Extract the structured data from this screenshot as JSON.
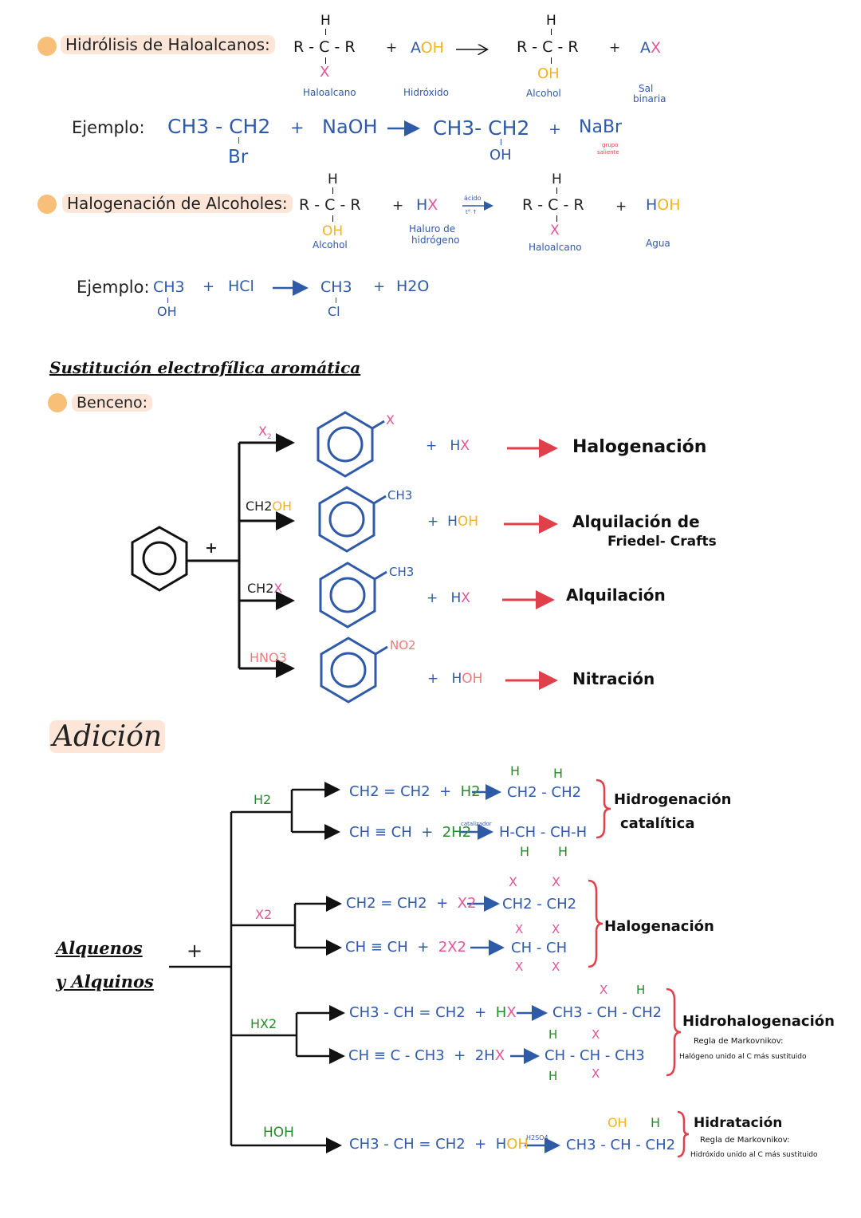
{
  "hidrolisis": {
    "title": "Hidrólisis de Haloalcanos:",
    "r1_h": "H",
    "r1_main": "R - C - R",
    "r1_x": "X",
    "plus": "+",
    "aoh_a": "A",
    "aoh_oh": "OH",
    "p_h": "H",
    "p_main": "R - C - R",
    "p_oh": "OH",
    "ax_a": "A",
    "ax_x": "X",
    "lbl_haloalcano": "Haloalcano",
    "lbl_hidroxido": "Hidróxido",
    "lbl_alcohol": "Alcohol",
    "lbl_sal": "Sal",
    "lbl_binaria": "binaria",
    "ej_label": "Ejemplo:",
    "ej_r1": "CH3 - CH2",
    "ej_br": "Br",
    "ej_naoh": "NaOH",
    "ej_p": "CH3- CH2",
    "ej_oh": "OH",
    "ej_nabr": "NaBr",
    "ej_grupo": "grupo",
    "ej_saliente": "saliente"
  },
  "halogenacion_alc": {
    "title": "Halogenación de Alcoholes:",
    "r1_h": "H",
    "r1_main": "R - C - R",
    "r1_oh": "OH",
    "lbl_alcohol": "Alcohol",
    "hx_h": "H",
    "hx_x": "X",
    "lbl_haluro": "Haluro de",
    "lbl_hidrogeno": "hidrógeno",
    "cond": "ácido",
    "cond2": "t° ↑",
    "p_h": "H",
    "p_main": "R - C - R",
    "p_x": "X",
    "lbl_haloalcano": "Haloalcano",
    "hoh_h": "H",
    "hoh_oh": "OH",
    "lbl_agua": "Agua",
    "ej_label": "Ejemplo:",
    "ej_r1": "CH3",
    "ej_oh": "OH",
    "ej_hcl": "HCl",
    "ej_p": "CH3",
    "ej_cl": "Cl",
    "ej_h2o": "H2O"
  },
  "sea": {
    "title": "Sustitución electrofílica aromática",
    "benceno": "Benceno:",
    "plus": "+",
    "reactions": [
      {
        "reagent_a": "X",
        "reagent_b": "2",
        "sub": "X",
        "by_a": "H",
        "by_b": "X",
        "name": "Halogenación",
        "name2": ""
      },
      {
        "reagent_a": "CH2",
        "reagent_b": "OH",
        "sub": "CH3",
        "by_a": "H",
        "by_b": "OH",
        "name": "Alquilación de",
        "name2": "Friedel- Crafts"
      },
      {
        "reagent_a": "CH2",
        "reagent_b": "X",
        "sub": "CH3",
        "by_a": "H",
        "by_b": "X",
        "name": "Alquilación",
        "name2": ""
      },
      {
        "reagent_a": "HNO3",
        "reagent_b": "",
        "sub": "NO2",
        "by_a": "H",
        "by_b": "OH",
        "name": "Nitración",
        "name2": ""
      }
    ]
  },
  "adicion": {
    "title": "Adición",
    "left1": "Alquenos",
    "left2": "y Alquinos",
    "plus": "+",
    "reagents": [
      "H2",
      "X2",
      "HX2",
      "HOH"
    ],
    "hydrog": {
      "r1": "CH2 = CH2",
      "r1_plus": "+",
      "r1_reag": "H2",
      "r1_prod": "CH2 - CH2",
      "r1_top_h1": "H",
      "r1_top_h2": "H",
      "r2": "CH ≡ CH",
      "r2_plus": "+",
      "r2_reag": "2H2",
      "r2_cat": "catalizador",
      "r2_prod": "H-CH - CH-H",
      "r2_bot_h1": "H",
      "r2_bot_h2": "H",
      "name": "Hidrogenación",
      "name2": "catalítica"
    },
    "halog": {
      "r1": "CH2 = CH2",
      "r1_plus": "+",
      "r1_reag": "X2",
      "r1_prod": "CH2 - CH2",
      "x": "X",
      "r2": "CH ≡ CH",
      "r2_plus": "+",
      "r2_reag": "2X2",
      "r2_prod": "CH - CH",
      "name": "Halogenación"
    },
    "hidrohalog": {
      "r1": "CH3 - CH = CH2",
      "r1_plus": "+",
      "r1_reag": "HX",
      "r1_prod": "CH3 - CH - CH2",
      "x": "X",
      "h": "H",
      "r2": "CH ≡ C - CH3",
      "r2_plus": "+",
      "r2_reag": "2HX",
      "r2_prod": "CH - CH - CH3",
      "name": "Hidrohalogenación",
      "note1": "Regla de Markovnikov:",
      "note2": "Halógeno unido al C más sustituido"
    },
    "hidratacion": {
      "r1": "CH3 - CH = CH2",
      "r1_plus": "+",
      "r1_reag_h": "H",
      "r1_reag_oh": "OH",
      "cond": "H2SO4",
      "r1_prod": "CH3 - CH - CH2",
      "oh": "OH",
      "h": "H",
      "name": "Hidratación",
      "note1": "Regla de Markovnikov:",
      "note2": "Hidróxido unido al C más sustituido"
    }
  },
  "colors": {
    "blue": "#2f5aa8",
    "red": "#e0404a",
    "pink": "#e0569a",
    "yellow": "#f2b51d",
    "green": "#2a8a2a",
    "dot": "#f7bf78"
  }
}
